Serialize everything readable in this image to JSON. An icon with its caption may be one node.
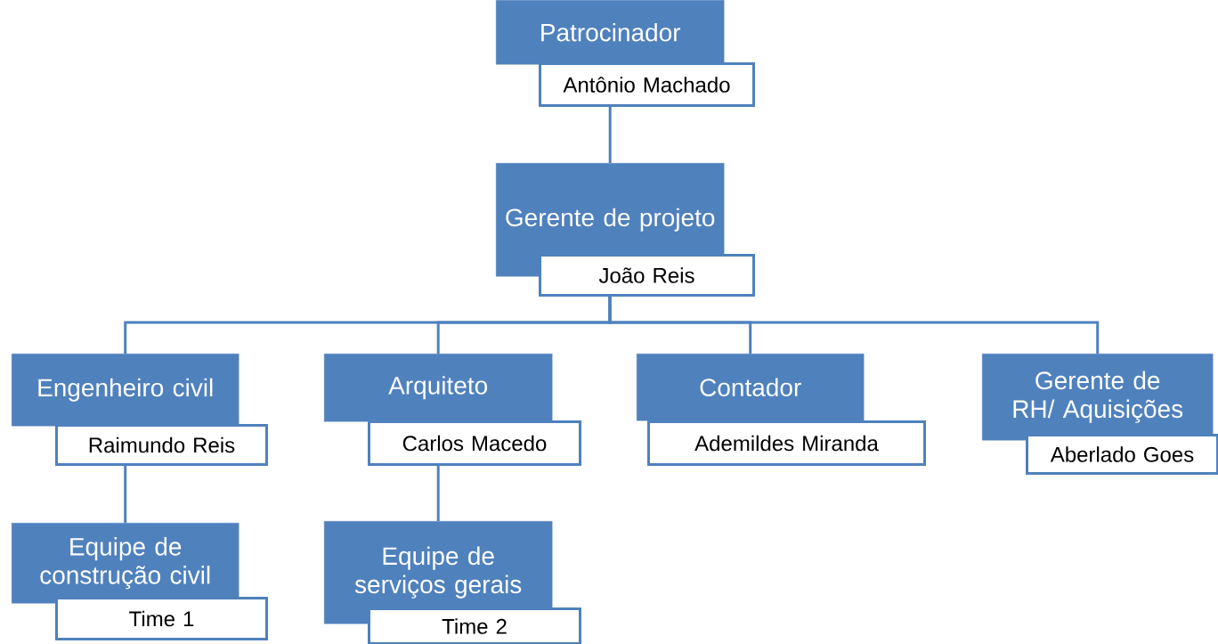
{
  "diagram": {
    "nodes": [
      {
        "text": [
          "Patrocinador"
        ]
      },
      {
        "text": [
          "Antônio Machado"
        ]
      },
      {
        "text": [
          "Gerente de projeto"
        ]
      },
      {
        "text": [
          "João Reis"
        ]
      },
      {
        "text": [
          "Engenheiro civil"
        ]
      },
      {
        "text": [
          "Raimundo Reis"
        ]
      },
      {
        "text": [
          "Arquiteto"
        ]
      },
      {
        "text": [
          "Carlos Macedo"
        ]
      },
      {
        "text": [
          "Contador"
        ]
      },
      {
        "text": [
          "Ademildes Miranda"
        ]
      },
      {
        "text": [
          "Gerente de RH/ Aquisições"
        ]
      },
      {
        "text": [
          "Aberlado Goes"
        ]
      },
      {
        "text": [
          "Equipe de construção civil"
        ]
      },
      {
        "text": [
          "Time 1"
        ]
      },
      {
        "text": [
          "Equipe de serviços gerais"
        ]
      },
      {
        "text": [
          "Time 2"
        ]
      }
    ],
    "edges": [
      {
        "from": 1,
        "to": 2,
        "arrow": "none"
      },
      {
        "from": 3,
        "to": 4,
        "arrow": "none"
      },
      {
        "from": 3,
        "to": 6,
        "arrow": "none"
      },
      {
        "from": 3,
        "to": 8,
        "arrow": "none"
      },
      {
        "from": 3,
        "to": 10,
        "arrow": "none"
      },
      {
        "from": 5,
        "to": 12,
        "arrow": "none"
      },
      {
        "from": 7,
        "to": 14,
        "arrow": "none"
      }
    ]
  }
}
